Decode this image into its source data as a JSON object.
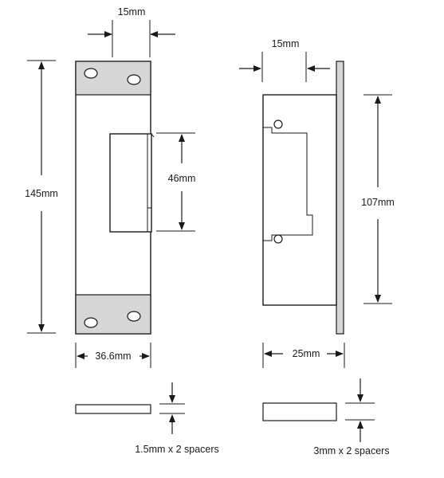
{
  "labels": {
    "front_top_width": "15mm",
    "side_top_width": "15mm",
    "front_height": "145mm",
    "keeper_height": "46mm",
    "side_height": "107mm",
    "front_width": "36.6mm",
    "side_depth": "25mm",
    "thin_spacer": "1.5mm x 2 spacers",
    "thick_spacer": "3mm x 2 spacers"
  },
  "colors": {
    "line": "#1a1a1a",
    "end_pad": "#d6d6d6",
    "background": "#ffffff"
  }
}
